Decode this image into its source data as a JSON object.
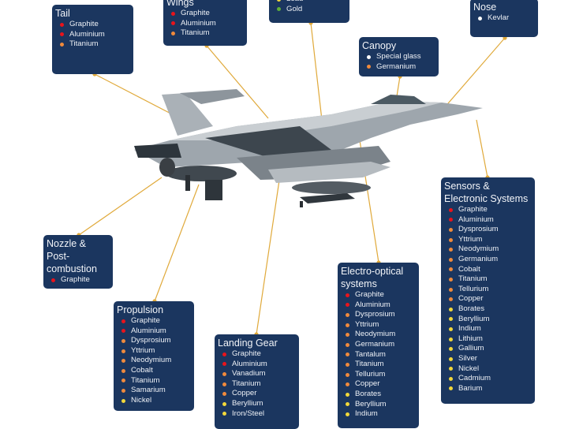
{
  "colors": {
    "red": "#e8141c",
    "orange": "#f08a3c",
    "yellow": "#f2d83a",
    "green": "#5fae3a",
    "white": "#ffffff",
    "box": "#1b365f",
    "line": "#e0a93a"
  },
  "boxes": [
    {
      "id": "tail",
      "title": "Tail",
      "items": [
        {
          "name": "Graphite",
          "level": "red"
        },
        {
          "name": "Aluminium",
          "level": "red"
        },
        {
          "name": "Titanium",
          "level": "orange"
        }
      ]
    },
    {
      "id": "wings",
      "title": "Wings",
      "items": [
        {
          "name": "Graphite",
          "level": "red"
        },
        {
          "name": "Aluminium",
          "level": "red"
        },
        {
          "name": "Titanium",
          "level": "orange"
        }
      ]
    },
    {
      "id": "fuselage",
      "title": "",
      "items": [
        {
          "name": "Lead",
          "level": "yellow"
        },
        {
          "name": "Gold",
          "level": "green"
        }
      ]
    },
    {
      "id": "canopy",
      "title": "Canopy",
      "items": [
        {
          "name": "Special glass",
          "level": "white"
        },
        {
          "name": "Germanium",
          "level": "orange"
        }
      ]
    },
    {
      "id": "nose",
      "title": "Nose",
      "items": [
        {
          "name": "Kevlar",
          "level": "white"
        }
      ]
    },
    {
      "id": "sensors",
      "title": "Sensors & Electronic Systems",
      "items": [
        {
          "name": "Graphite",
          "level": "red"
        },
        {
          "name": "Aluminium",
          "level": "red"
        },
        {
          "name": "Dysprosium",
          "level": "orange"
        },
        {
          "name": "Yttrium",
          "level": "orange"
        },
        {
          "name": "Neodymium",
          "level": "orange"
        },
        {
          "name": "Germanium",
          "level": "orange"
        },
        {
          "name": "Cobalt",
          "level": "orange"
        },
        {
          "name": "Titanium",
          "level": "orange"
        },
        {
          "name": "Tellurium",
          "level": "orange"
        },
        {
          "name": "Copper",
          "level": "orange"
        },
        {
          "name": "Borates",
          "level": "yellow"
        },
        {
          "name": "Beryllium",
          "level": "yellow"
        },
        {
          "name": "Indium",
          "level": "yellow"
        },
        {
          "name": "Lithium",
          "level": "yellow"
        },
        {
          "name": "Gallium",
          "level": "yellow"
        },
        {
          "name": "Silver",
          "level": "yellow"
        },
        {
          "name": "Nickel",
          "level": "yellow"
        },
        {
          "name": "Cadmium",
          "level": "yellow"
        },
        {
          "name": "Barium",
          "level": "yellow"
        }
      ]
    },
    {
      "id": "electro",
      "title": "Electro-optical systems",
      "items": [
        {
          "name": "Graphite",
          "level": "red"
        },
        {
          "name": "Aluminium",
          "level": "red"
        },
        {
          "name": "Dysprosium",
          "level": "orange"
        },
        {
          "name": "Yttrium",
          "level": "orange"
        },
        {
          "name": "Neodymium",
          "level": "orange"
        },
        {
          "name": "Germanium",
          "level": "orange"
        },
        {
          "name": "Tantalum",
          "level": "orange"
        },
        {
          "name": "Titanium",
          "level": "orange"
        },
        {
          "name": "Tellurium",
          "level": "orange"
        },
        {
          "name": "Copper",
          "level": "orange"
        },
        {
          "name": "Borates",
          "level": "yellow"
        },
        {
          "name": "Beryllium",
          "level": "yellow"
        },
        {
          "name": "Indium",
          "level": "yellow"
        }
      ]
    },
    {
      "id": "nozzle",
      "title": "Nozzle & Post-combustion",
      "items": [
        {
          "name": "Graphite",
          "level": "red"
        }
      ]
    },
    {
      "id": "propulsion",
      "title": "Propulsion",
      "items": [
        {
          "name": "Graphite",
          "level": "red"
        },
        {
          "name": "Aluminium",
          "level": "red"
        },
        {
          "name": "Dysprosium",
          "level": "orange"
        },
        {
          "name": "Yttrium",
          "level": "orange"
        },
        {
          "name": "Neodymium",
          "level": "orange"
        },
        {
          "name": "Cobalt",
          "level": "orange"
        },
        {
          "name": "Titanium",
          "level": "orange"
        },
        {
          "name": "Samarium",
          "level": "orange"
        },
        {
          "name": "Nickel",
          "level": "yellow"
        }
      ]
    },
    {
      "id": "landing",
      "title": "Landing Gear",
      "items": [
        {
          "name": "Graphite",
          "level": "red"
        },
        {
          "name": "Aluminium",
          "level": "red"
        },
        {
          "name": "Vanadium",
          "level": "orange"
        },
        {
          "name": "Titanium",
          "level": "orange"
        },
        {
          "name": "Copper",
          "level": "orange"
        },
        {
          "name": "Beryllium",
          "level": "yellow"
        },
        {
          "name": "Iron/Steel",
          "level": "yellow"
        }
      ]
    }
  ]
}
